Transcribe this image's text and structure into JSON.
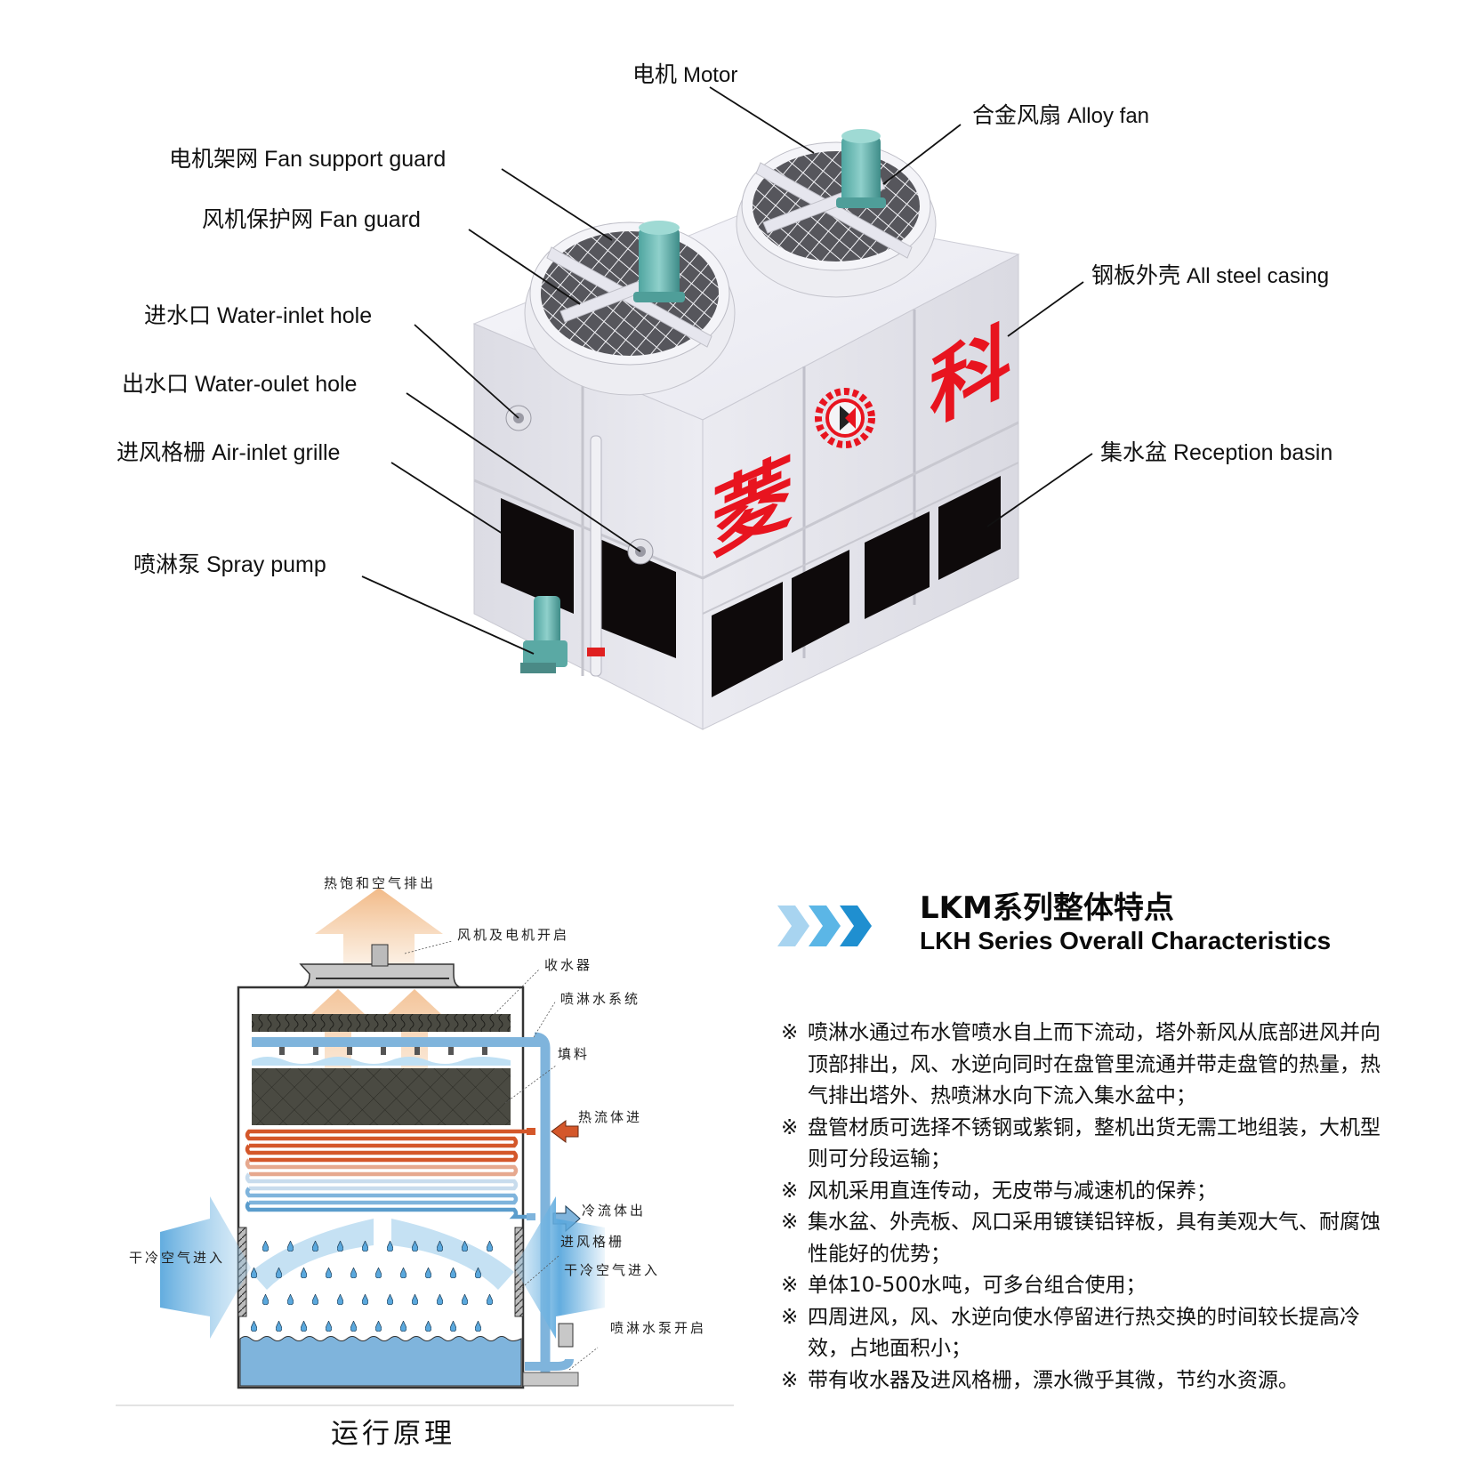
{
  "product_render": {
    "brand_chars": [
      "菱",
      "科"
    ],
    "brand_color": "#e8141f",
    "callouts": [
      {
        "id": "motor",
        "cn": "电机",
        "en": "Motor"
      },
      {
        "id": "alloy-fan",
        "cn": "合金风扇",
        "en": "Alloy fan"
      },
      {
        "id": "fan-support-guard",
        "cn": "电机架网",
        "en": "Fan support guard"
      },
      {
        "id": "fan-guard",
        "cn": "风机保护网",
        "en": "Fan guard"
      },
      {
        "id": "steel-casing",
        "cn": "钢板外壳",
        "en": "All steel casing"
      },
      {
        "id": "water-inlet",
        "cn": "进水口",
        "en": "Water-inlet hole"
      },
      {
        "id": "water-outlet",
        "cn": "出水口",
        "en": "Water-oulet hole"
      },
      {
        "id": "air-inlet-grille",
        "cn": "进风格栅",
        "en": "Air-inlet grille"
      },
      {
        "id": "reception-basin",
        "cn": "集水盆",
        "en": "Reception basin"
      },
      {
        "id": "spray-pump",
        "cn": "喷淋泵",
        "en": "Spray pump"
      }
    ]
  },
  "schematic": {
    "labels": {
      "exhaust": "热饱和空气排出",
      "fan_motor": "风机及电机开启",
      "drift_eliminator": "收水器",
      "spray_system": "喷淋水系统",
      "fill": "填料",
      "hot_fluid_in": "热流体进",
      "cold_fluid_out": "冷流体出",
      "air_grille": "进风格栅",
      "dry_air_in_left": "干冷空气进入",
      "dry_air_in_right": "干冷空气进入",
      "pump_on": "喷淋水泵开启"
    },
    "caption": "运行原理",
    "colors": {
      "warm_air": "#f2c08f",
      "cool_air": "#6fb3e0",
      "water": "#7fb4dc",
      "hot_pipe": "#d4572a",
      "fill": "#4a4a42"
    }
  },
  "features_section": {
    "title_cn": "LKM系列整体特点",
    "title_en": "LKH Series Overall Characteristics",
    "chevron_colors": [
      "#a8d4f0",
      "#5bb6e6",
      "#1f8fd0"
    ],
    "bullet_mark": "※",
    "items": [
      "喷淋水通过布水管喷水自上而下流动，塔外新风从底部进风并向顶部排出，风、水逆向同时在盘管里流通并带走盘管的热量，热气排出塔外、热喷淋水向下流入集水盆中；",
      "盘管材质可选择不锈钢或紫铜，整机出货无需工地组装，大机型则可分段运输；",
      "风机采用直连传动，无皮带与减速机的保养；",
      "集水盆、外壳板、风口采用镀镁铝锌板，具有美观大气、耐腐蚀性能好的优势；",
      "单体10-500水吨，可多台组合使用；",
      "四周进风，风、水逆向使水停留进行热交换的时间较长提高冷效，占地面积小；",
      "带有收水器及进风格栅，漂水微乎其微，节约水资源。"
    ]
  }
}
